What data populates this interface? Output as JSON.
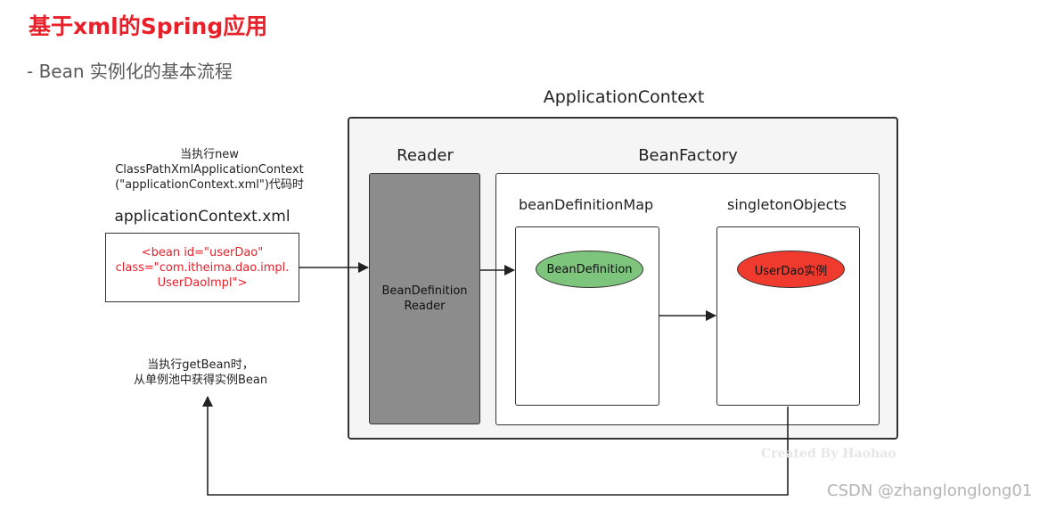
{
  "header": {
    "title": "基于xml的Spring应用",
    "subtitle": "- Bean 实例化的基本流程"
  },
  "notes": {
    "new_context": [
      "当执行new",
      "ClassPathXmlApplicationContext",
      "(\"applicationContext.xml\")代码时"
    ],
    "get_bean": [
      "当执行getBean时，",
      "从单例池中获得实例Bean"
    ]
  },
  "xml": {
    "label": "applicationContext.xml",
    "lines": [
      "<bean id=\"userDao\"",
      "class=\"com.itheima.dao.impl.",
      "UserDaoImpl\">"
    ]
  },
  "context": {
    "label": "ApplicationContext",
    "reader": {
      "label": "Reader",
      "body": [
        "BeanDefinition",
        "Reader"
      ]
    },
    "bean_factory": {
      "label": "BeanFactory",
      "definition_map": {
        "label": "beanDefinitionMap",
        "item": "BeanDefinition"
      },
      "singletons": {
        "label": "singletonObjects",
        "item": "UserDao实例"
      }
    }
  },
  "colors": {
    "title": "#e8202a",
    "xml_text": "#e8202a",
    "reader_fill": "#8c8c8c",
    "bean_definition_fill": "#7dc57d",
    "userdao_fill": "#f03a2e",
    "context_fill": "#f5f5f5"
  },
  "watermarks": {
    "author": "Created By Haohao",
    "site": "CSDN @zhanglonglong01"
  }
}
